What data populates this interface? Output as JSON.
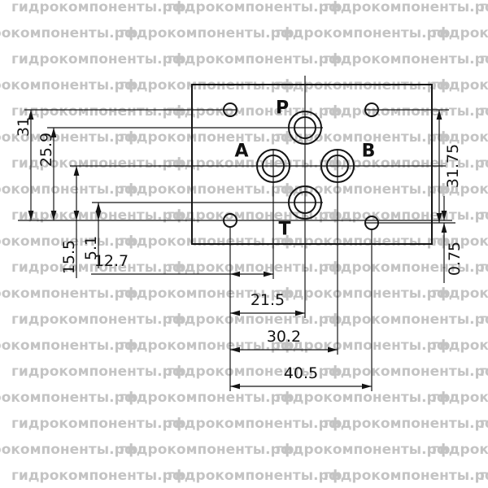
{
  "watermark": {
    "text": "гидрокомпоненты.рф",
    "color": "#c4c4c4"
  },
  "drawing": {
    "port_labels": {
      "p": "P",
      "a": "A",
      "b": "B",
      "t": "T"
    },
    "dimensions": {
      "left_hole_spacing": "31",
      "port_p_height": "25.9",
      "ports_ab_height": "15.5",
      "port_t_height": "5.1",
      "right_hole_spacing": "31.75",
      "right_hole_offset": "0.75",
      "port_a_offset": "12.7",
      "ports_pt_offset": "21.5",
      "port_b_offset": "30.2",
      "hole_spacing_horizontal": "40.5"
    }
  }
}
